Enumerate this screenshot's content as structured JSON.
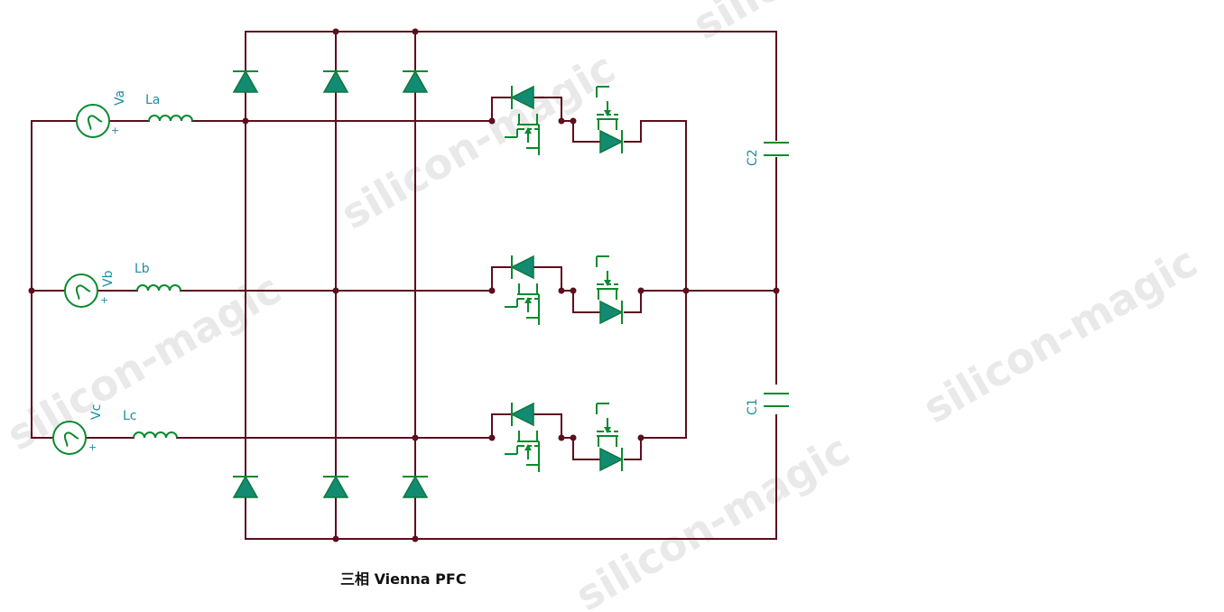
{
  "caption": "三相 Vienna PFC",
  "watermark": "silicon-magic",
  "colors": {
    "wire": "#5c0f1c",
    "device": "#0a8a2e",
    "fill": "#138a72",
    "label": "#1e8ea0"
  },
  "sources": [
    {
      "name": "Va",
      "inductor": "La"
    },
    {
      "name": "Vb",
      "inductor": "Lb"
    },
    {
      "name": "Vc",
      "inductor": "Lc"
    }
  ],
  "capacitors": [
    {
      "name": "C2"
    },
    {
      "name": "C1"
    }
  ],
  "polarity": "+"
}
